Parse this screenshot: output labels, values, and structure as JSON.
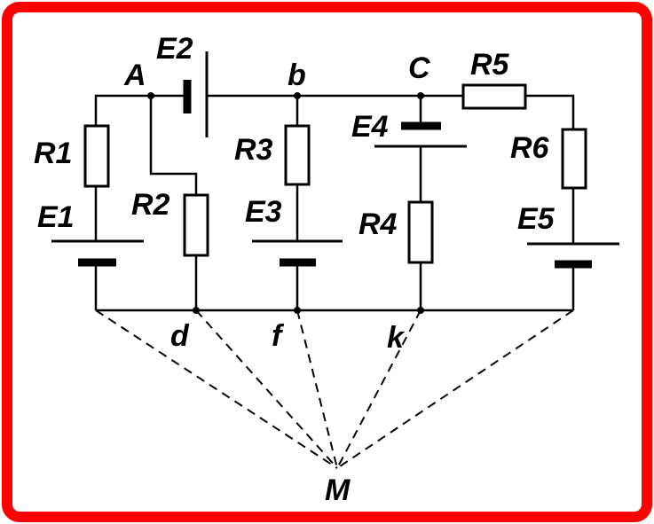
{
  "colors": {
    "frame": "#ff0000",
    "ink": "#000000",
    "background": "#ffffff"
  },
  "labels": {
    "A": "A",
    "b": "b",
    "C": "C",
    "d": "d",
    "f": "f",
    "k": "k",
    "M": "M",
    "E1": "E1",
    "E2": "E2",
    "E3": "E3",
    "E4": "E4",
    "E5": "E5",
    "R1": "R1",
    "R2": "R2",
    "R3": "R3",
    "R4": "R4",
    "R5": "R5",
    "R6": "R6"
  }
}
